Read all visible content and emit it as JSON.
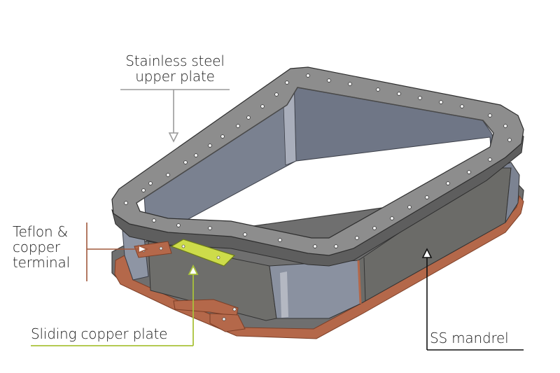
{
  "labels": {
    "upper_plate": [
      "Stainless steel",
      "upper plate"
    ],
    "teflon": [
      "Teflon &",
      "copper",
      "terminal"
    ],
    "sliding_plate": "Sliding copper plate",
    "mandrel": "SS mandrel"
  },
  "colors": {
    "plate_top": "#8d8d8d",
    "plate_side": "#5e5e5e",
    "inner_wall": "#7a8190",
    "inner_wall_light": "#a9aebb",
    "mandrel_wall": "#6e6e6b",
    "copper": "#b4684a",
    "copper_dark": "#7d3f27",
    "sliding_plate": "#cddc4a",
    "leader_upper": "#9a9a9a",
    "leader_teflon": "#a0583c",
    "leader_sliding": "#a9c23a",
    "leader_mandrel": "#111111"
  }
}
